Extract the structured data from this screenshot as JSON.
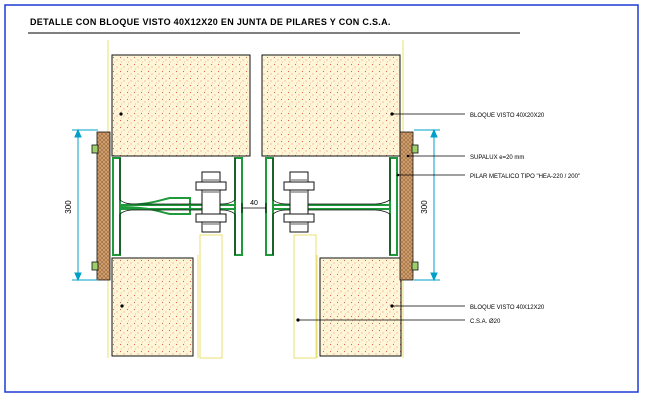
{
  "drawing": {
    "title": "DETALLE CON BLOQUE VISTO 40X12X20 EN JUNTA DE PILARES Y CON C.S.A.",
    "dims": {
      "left_height": "300",
      "right_height": "300",
      "gap": "40"
    },
    "labels": {
      "block_top": "BLOQUE VISTO 40X20X20",
      "supalux": "SUPALUX e=20 mm",
      "pillar": "PILAR METALICO TIPO \"HEA-220 / 200\"",
      "block_bottom": "BLOQUE VISTO 40X12X20",
      "csa": "C.S.A. Ø20"
    },
    "colors": {
      "frame": "#1e3ad6",
      "block_fill": "#fff6d8",
      "speckle": "#e0634a",
      "steel": "#1f9a3a",
      "dim": "#00a0c8",
      "supalux": "#d2a070",
      "guide": "#e8e070"
    }
  }
}
